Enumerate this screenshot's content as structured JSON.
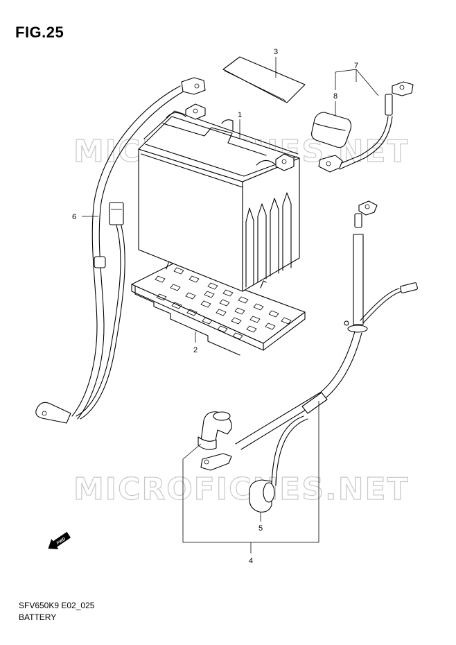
{
  "figure": {
    "title": "FIG.25",
    "code": "SFV650K9 E02_025",
    "caption": "BATTERY"
  },
  "watermark": "MICROFICHES.NET",
  "callouts": {
    "battery": "1",
    "battery_tray": "2",
    "battery_cover_sheet": "3",
    "starter_motor_cable": "4",
    "terminal_cover_starter": "5",
    "battery_minus_lead": "6",
    "battery_plus_lead": "7",
    "terminal_cover": "8"
  },
  "fwd_arrow": "FWD",
  "colors": {
    "line": "#000000",
    "watermark": "#c8c8c8",
    "background": "#ffffff"
  }
}
